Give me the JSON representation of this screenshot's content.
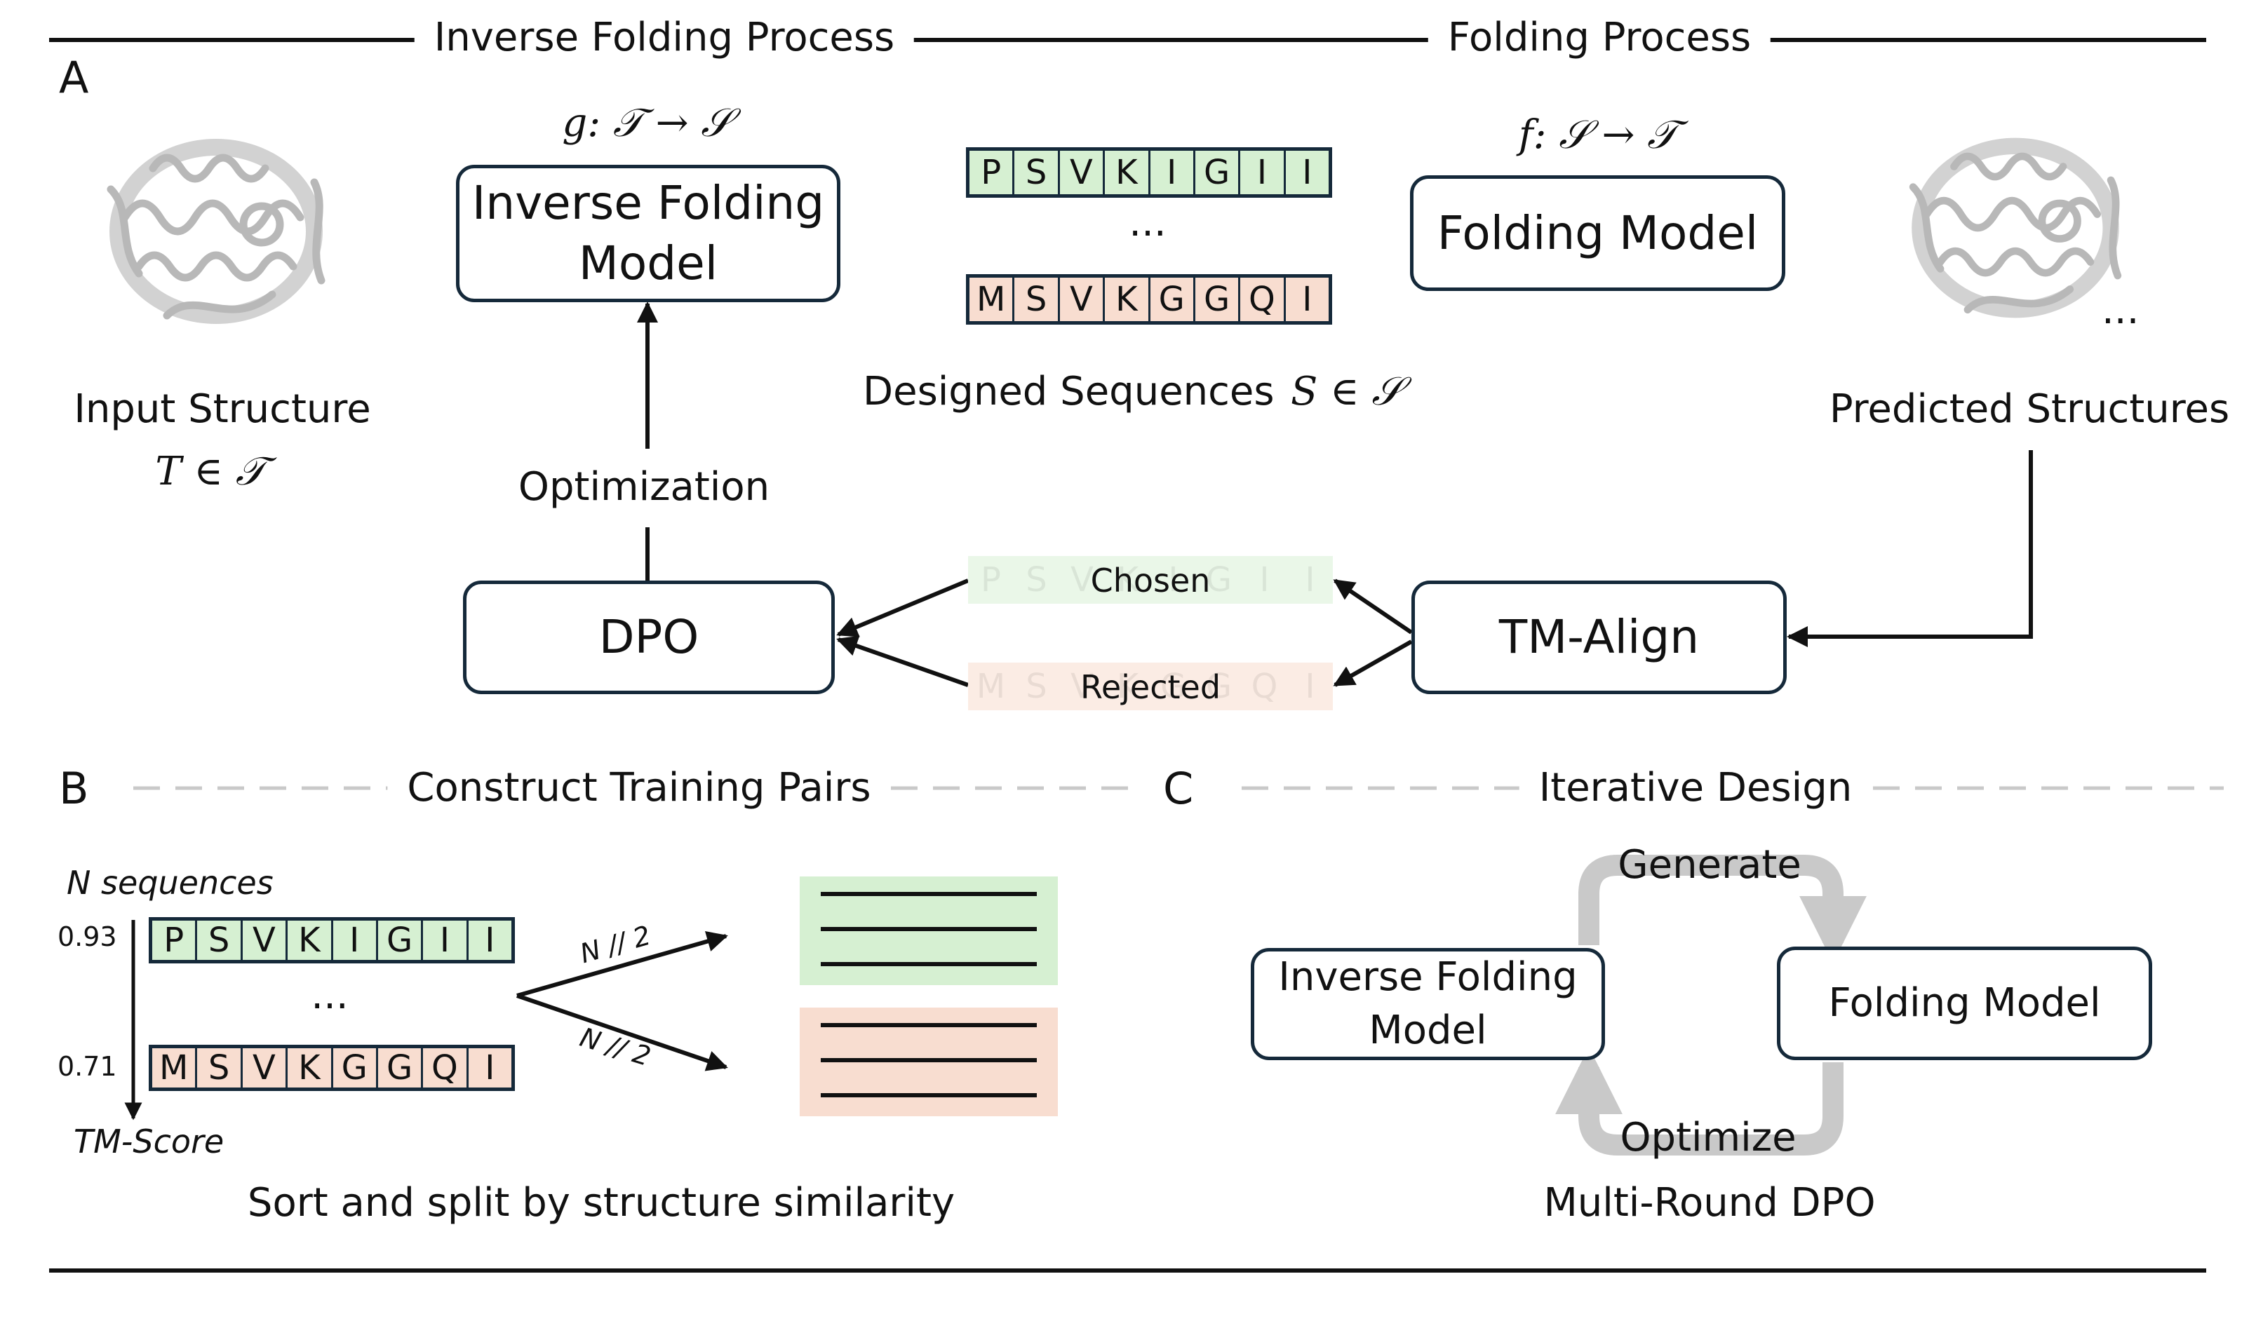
{
  "headings": {
    "inverse_folding_process": "Inverse Folding Process",
    "folding_process": "Folding Process",
    "construct_training_pairs": "Construct Training Pairs",
    "iterative_design": "Iterative Design"
  },
  "panel_labels": {
    "a": "A",
    "b": "B",
    "c": "C"
  },
  "panel_a": {
    "input_structure_label": "Input Structure",
    "input_structure_math": "T ∈ 𝒯",
    "inverse_map": "g: 𝒯 → 𝒮",
    "forward_map": "f: 𝒮 → 𝒯",
    "inverse_folding_model_line1": "Inverse Folding",
    "inverse_folding_model_line2": "Model",
    "folding_model": "Folding Model",
    "designed_sequences_label": "Designed Sequences",
    "designed_sequences_math": "S ∈ 𝒮",
    "ellipsis": "...",
    "predicted_structures": "Predicted Structures",
    "optimization": "Optimization",
    "dpo": "DPO",
    "tm_align": "TM-Align",
    "chosen": "Chosen",
    "rejected": "Rejected",
    "seq_chosen": [
      "P",
      "S",
      "V",
      "K",
      "I",
      "G",
      "I",
      "I"
    ],
    "seq_rejected": [
      "M",
      "S",
      "V",
      "K",
      "G",
      "G",
      "Q",
      "I"
    ]
  },
  "panel_b": {
    "n_sequences": "N sequences",
    "score_top": "0.93",
    "score_bottom": "0.71",
    "tm_score": "TM-Score",
    "split_top": "N // 2",
    "split_bottom": "N // 2",
    "ellipsis": "...",
    "caption": "Sort and split by structure similarity",
    "seq_top": [
      "P",
      "S",
      "V",
      "K",
      "I",
      "G",
      "I",
      "I"
    ],
    "seq_bottom": [
      "M",
      "S",
      "V",
      "K",
      "G",
      "G",
      "Q",
      "I"
    ]
  },
  "panel_c": {
    "inverse_folding_model_line1": "Inverse Folding",
    "inverse_folding_model_line2": "Model",
    "folding_model": "Folding Model",
    "generate": "Generate",
    "optimize": "Optimize",
    "caption": "Multi-Round DPO"
  },
  "colors": {
    "chosen_green": "#d6f0d2",
    "rejected_pink": "#f8ddd0",
    "box_border": "#15293a",
    "cycle_gray": "#c9c9c9"
  }
}
